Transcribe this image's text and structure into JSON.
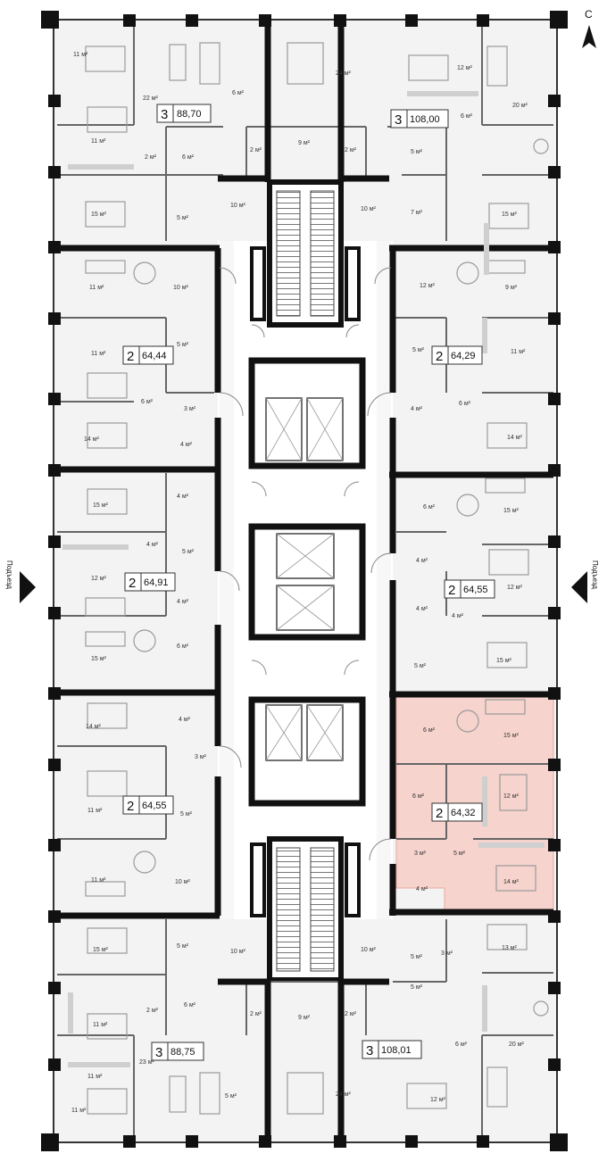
{
  "compass": {
    "north_letter": "С"
  },
  "entrance": {
    "left_label": "Подъезд",
    "right_label": "Подъезд"
  },
  "colors": {
    "wall": "#111111",
    "floor": "#f2f2f2",
    "highlight": "#f6d3cd",
    "highlight_stroke": "#e9a99f",
    "furniture": "#9a9a9a"
  },
  "apartments": [
    {
      "id": "apt-tl",
      "rooms": "3",
      "area": "88,70",
      "highlighted": false
    },
    {
      "id": "apt-tr",
      "rooms": "3",
      "area": "108,00",
      "highlighted": false
    },
    {
      "id": "apt-l2",
      "rooms": "2",
      "area": "64,44",
      "highlighted": false
    },
    {
      "id": "apt-r2",
      "rooms": "2",
      "area": "64,29",
      "highlighted": false
    },
    {
      "id": "apt-l3",
      "rooms": "2",
      "area": "64,91",
      "highlighted": false
    },
    {
      "id": "apt-r3",
      "rooms": "2",
      "area": "64,55",
      "highlighted": false
    },
    {
      "id": "apt-l4",
      "rooms": "2",
      "area": "64,55",
      "highlighted": false
    },
    {
      "id": "apt-r4",
      "rooms": "2",
      "area": "64,32",
      "highlighted": true
    },
    {
      "id": "apt-bl",
      "rooms": "3",
      "area": "88,75",
      "highlighted": false
    },
    {
      "id": "apt-br",
      "rooms": "3",
      "area": "108,01",
      "highlighted": false
    }
  ],
  "rooms": {
    "tl": [
      "11 м²",
      "22 м²",
      "6 м²",
      "11 м²",
      "2 м²",
      "6 м²",
      "15 м²",
      "5 м²",
      "10 м²"
    ],
    "tc": [
      "2 м²",
      "9 м²",
      "2 м²",
      "24 м²"
    ],
    "tr": [
      "12 м²",
      "6 м²",
      "20 м²",
      "5 м²",
      "7 м²",
      "10 м²",
      "15 м²"
    ],
    "l2": [
      "11 м²",
      "10 м²",
      "11 м²",
      "5 м²",
      "6 м²",
      "3 м²",
      "14 м²",
      "4 м²"
    ],
    "r2": [
      "12 м²",
      "9 м²",
      "5 м²",
      "11 м²",
      "4 м²",
      "6 м²",
      "14 м²"
    ],
    "l3": [
      "15 м²",
      "4 м²",
      "4 м²",
      "5 м²",
      "12 м²",
      "4 м²",
      "15 м²",
      "6 м²"
    ],
    "r3": [
      "6 м²",
      "15 м²",
      "4 м²",
      "12 м²",
      "4 м²",
      "4 м²",
      "5 м²",
      "15 м²"
    ],
    "l4": [
      "14 м²",
      "4 м²",
      "3 м²",
      "11 м²",
      "5 м²",
      "11 м²",
      "10 м²"
    ],
    "r4": [
      "6 м²",
      "15 м²",
      "6 м²",
      "12 м²",
      "3 м²",
      "5 м²",
      "4 м²",
      "14 м²"
    ],
    "bl": [
      "15 м²",
      "5 м²",
      "10 м²",
      "2 м²",
      "6 м²",
      "11 м²",
      "23 м²",
      "5 м²",
      "11 м²",
      "11 м²"
    ],
    "bc": [
      "2 м²",
      "9 м²",
      "2 м²",
      "24 м²"
    ],
    "br": [
      "10 м²",
      "5 м²",
      "3 м²",
      "13 м²",
      "5 м²",
      "6 м²",
      "20 м²",
      "12 м²"
    ]
  }
}
